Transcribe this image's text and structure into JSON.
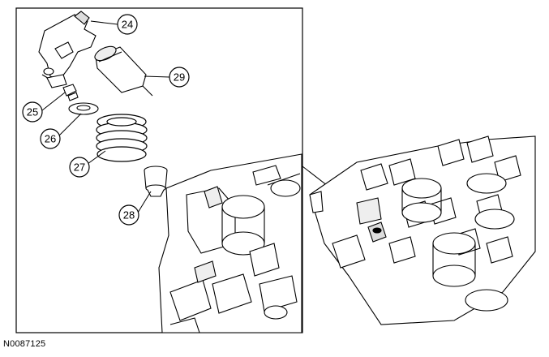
{
  "figure_id": "N0087125",
  "callouts": [
    {
      "id": "c24",
      "label": "24"
    },
    {
      "id": "c29",
      "label": "29"
    },
    {
      "id": "c25",
      "label": "25"
    },
    {
      "id": "c26",
      "label": "26"
    },
    {
      "id": "c27",
      "label": "27"
    },
    {
      "id": "c28",
      "label": "28"
    }
  ]
}
